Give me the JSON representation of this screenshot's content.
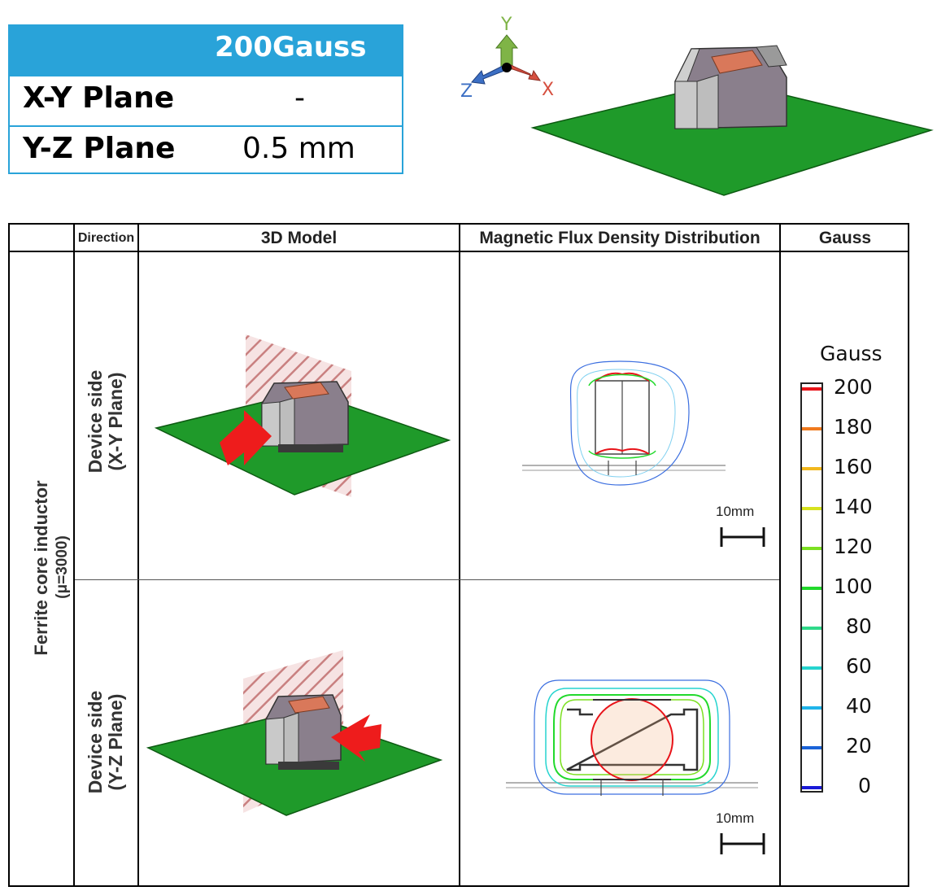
{
  "summary": {
    "header": "200Gauss",
    "rows": [
      {
        "label": "X-Y Plane",
        "value": "-"
      },
      {
        "label": "Y-Z Plane",
        "value": "0.5 mm"
      }
    ]
  },
  "axes": {
    "y": "Y",
    "x": "X",
    "z": "Z"
  },
  "table": {
    "headers": {
      "direction": "Direction",
      "model": "3D Model",
      "flux": "Magnetic Flux Density Distribution",
      "gauss": "Gauss"
    },
    "row_group": {
      "name": "Ferrite core inductor",
      "permeability": "(μ=3000)"
    },
    "rows": [
      {
        "line1": "Device side",
        "line2": "(X-Y Plane)",
        "scale": "10mm"
      },
      {
        "line1": "Device side",
        "line2": "(Y-Z Plane)",
        "scale": "10mm"
      }
    ]
  },
  "colorbar": {
    "title": "Gauss",
    "ticks": [
      "200",
      "180",
      "160",
      "140",
      "120",
      "100",
      "80",
      "60",
      "40",
      "20",
      "0"
    ],
    "colors": [
      "#e8141a",
      "#f07a1e",
      "#f2b81e",
      "#d6e21e",
      "#7ce021",
      "#22d92c",
      "#2fd98a",
      "#26d4cf",
      "#1fb4ea",
      "#1b63d8",
      "#1a1ad8"
    ]
  },
  "colors": {
    "accent": "#29a3d9",
    "board": "#1f9a2a",
    "body": "#8a7f8c",
    "copper": "#d9785a",
    "arrow": "#ee1c1c",
    "hatch": "#c06a6a"
  }
}
